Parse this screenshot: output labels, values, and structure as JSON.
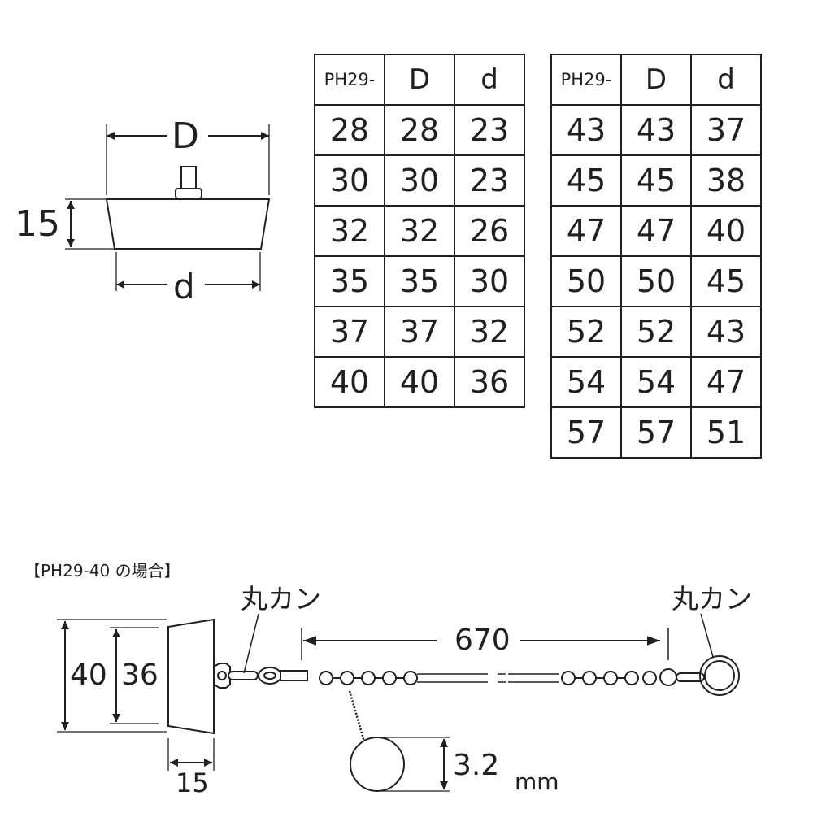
{
  "top_drawing": {
    "label_D": "D",
    "label_d": "d",
    "label_height": "15"
  },
  "table_left": {
    "headers": [
      "PH29-",
      "D",
      "d"
    ],
    "rows": [
      [
        "28",
        "28",
        "23"
      ],
      [
        "30",
        "30",
        "23"
      ],
      [
        "32",
        "32",
        "26"
      ],
      [
        "35",
        "35",
        "30"
      ],
      [
        "37",
        "37",
        "32"
      ],
      [
        "40",
        "40",
        "36"
      ]
    ]
  },
  "table_right": {
    "headers": [
      "PH29-",
      "D",
      "d"
    ],
    "rows": [
      [
        "43",
        "43",
        "37"
      ],
      [
        "45",
        "45",
        "38"
      ],
      [
        "47",
        "47",
        "40"
      ],
      [
        "50",
        "50",
        "45"
      ],
      [
        "52",
        "52",
        "43"
      ],
      [
        "54",
        "54",
        "47"
      ],
      [
        "57",
        "57",
        "51"
      ]
    ]
  },
  "bottom_drawing": {
    "caption": "【PH29-40 の場合】",
    "ring_label_left": "丸カン",
    "ring_label_right": "丸カン",
    "label_40": "40",
    "label_36": "36",
    "label_15": "15",
    "chain_length": "670",
    "ball_diameter": "3.2",
    "unit": "mm"
  }
}
